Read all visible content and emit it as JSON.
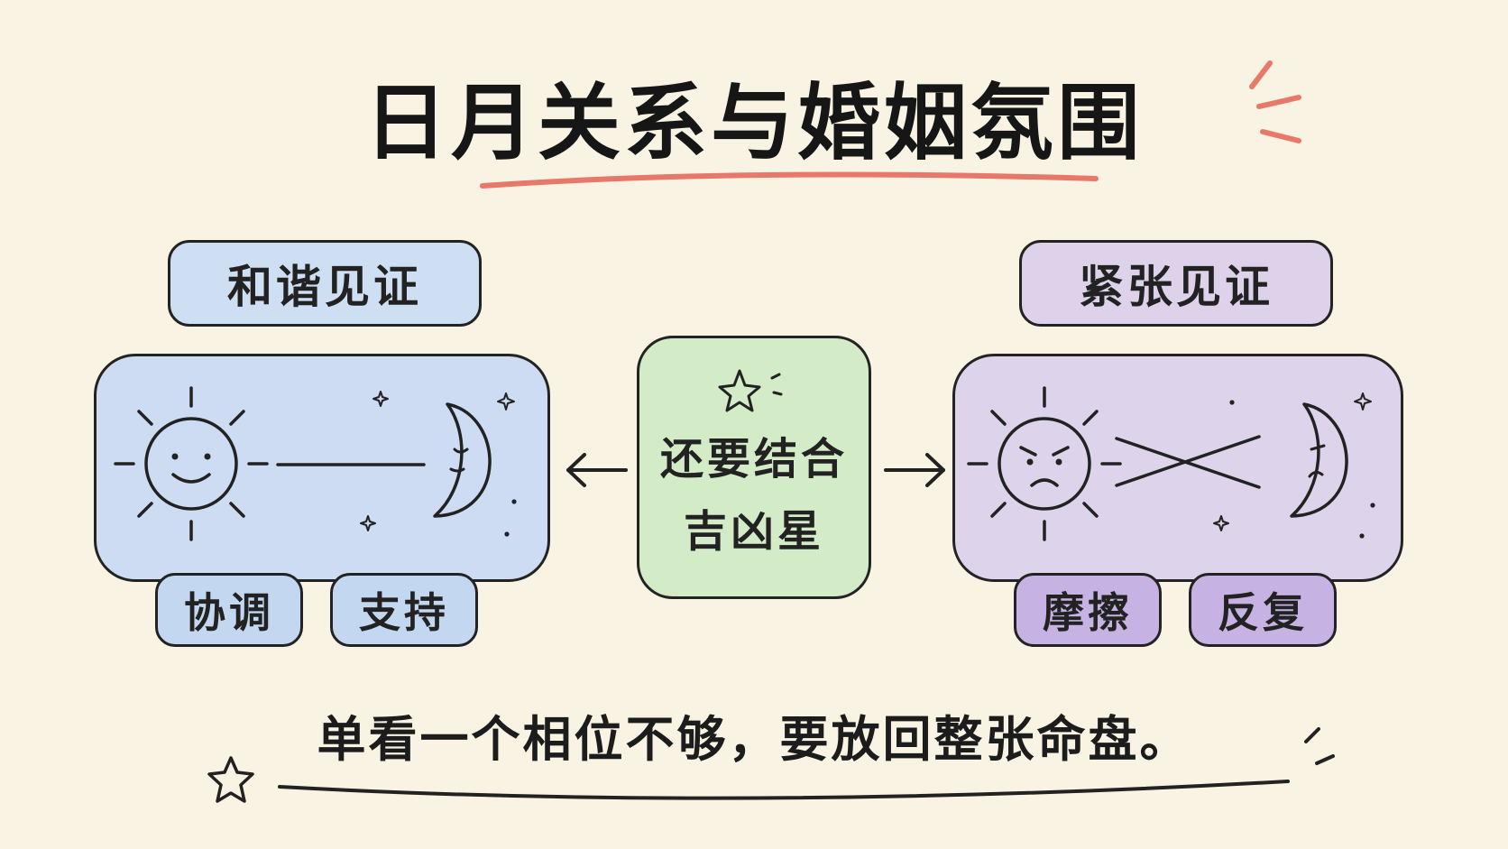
{
  "title": "日月关系与婚姻氛围",
  "harmony": {
    "label": "和谐见证",
    "tags": [
      "协调",
      "支持"
    ]
  },
  "tension": {
    "label": "紧张见证",
    "tags": [
      "摩擦",
      "反复"
    ]
  },
  "center": {
    "line1": "还要结合",
    "line2": "吉凶星"
  },
  "footer": "单看一个相位不够，要放回整张命盘。",
  "colors": {
    "background": "#f8f3e3",
    "accent_red": "#e8786a",
    "blue_panel": "#cddcf2",
    "purple_panel": "#ddd3ea",
    "green_box": "#d3ebc7"
  },
  "icons": [
    "sun-smile-icon",
    "moon-sleep-icon",
    "sun-angry-icon",
    "moon-sad-icon",
    "star-icon",
    "arrow-left-icon",
    "arrow-right-icon"
  ]
}
